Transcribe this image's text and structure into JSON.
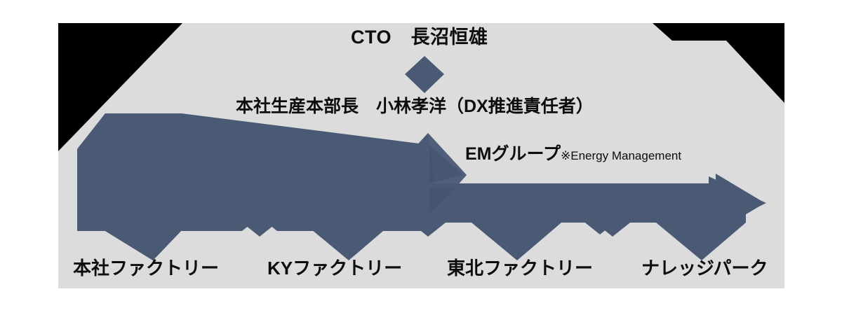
{
  "diagram": {
    "title_top": "CTO　長沼恒雄",
    "title_mid": "本社生産本部長　小林孝洋（DX推進責任者）",
    "em_group": {
      "label": "EMグループ",
      "note": "※Energy Management"
    },
    "bottom_nodes": [
      {
        "label": "本社ファクトリー"
      },
      {
        "label": "KYファクトリー"
      },
      {
        "label": "東北ファクトリー"
      },
      {
        "label": "ナレッジパーク"
      }
    ],
    "colors": {
      "shape_fill": "#4a5a74",
      "shape_fill_light": "#56658099",
      "panel_background": "#dcdcdc",
      "frame": "#000000",
      "page_background": "#ffffff",
      "text": "#0d0d0d"
    }
  }
}
